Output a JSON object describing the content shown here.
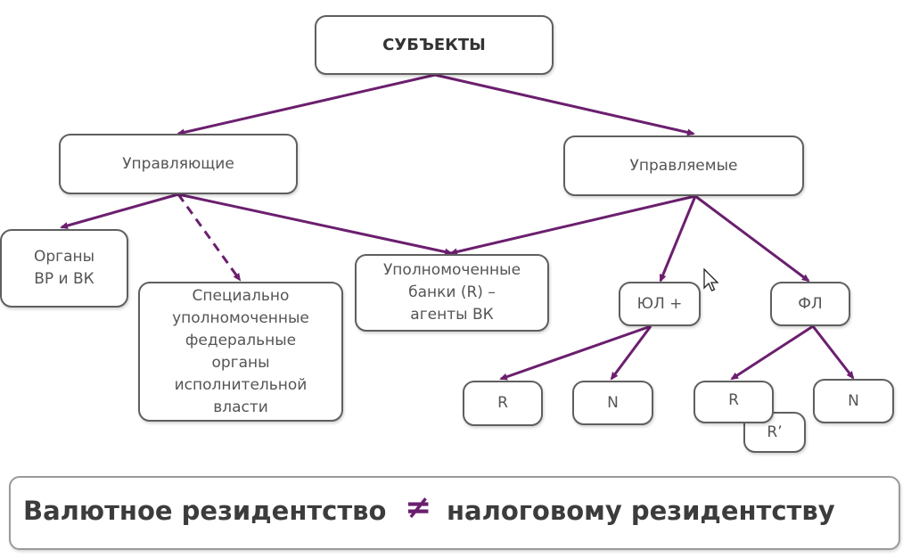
{
  "diagram": {
    "title": "СУБЪЕКТЫ",
    "nodes": {
      "managing": "Управляющие",
      "managed": "Управляемые",
      "organs": "Органы\nВР и ВК",
      "special": "Специально\nуполномоченные\nфедеральные\nорганы\nисполнительной\nвласти",
      "banks": "Уполномоченные\nбанки (R) –\nагенты ВК",
      "ul": "ЮЛ +",
      "fl": "ФЛ",
      "ul_r": "R",
      "ul_n": "N",
      "fl_r": "R",
      "fl_r2": "R’",
      "fl_n": "N"
    },
    "edge_color": "#6b1f6e"
  },
  "note": {
    "left": "Валютное резидентство",
    "symbol": "≠",
    "right": "налоговому резидентству"
  }
}
